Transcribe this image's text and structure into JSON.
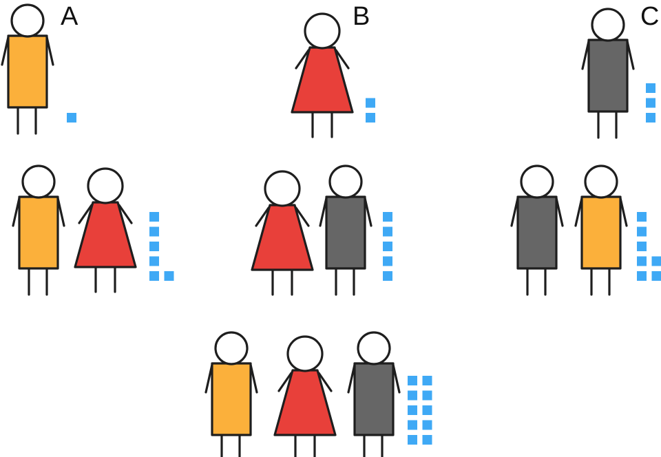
{
  "colors": {
    "A": "#FBB03B",
    "B": "#E8403A",
    "C": "#666666",
    "outline": "#1e1e1e",
    "square": "#3FA9F5"
  },
  "labels": {
    "A": "A",
    "B": "B",
    "C": "C"
  },
  "groups": [
    {
      "id": "A",
      "members": [
        "A"
      ],
      "squares": 1
    },
    {
      "id": "B",
      "members": [
        "B"
      ],
      "squares": 2
    },
    {
      "id": "C",
      "members": [
        "C"
      ],
      "squares": 3
    },
    {
      "id": "AB",
      "members": [
        "A",
        "B"
      ],
      "squares": 6
    },
    {
      "id": "BC",
      "members": [
        "B",
        "C"
      ],
      "squares": 5
    },
    {
      "id": "CA",
      "members": [
        "C",
        "A"
      ],
      "squares": 7
    },
    {
      "id": "ABC",
      "members": [
        "A",
        "B",
        "C"
      ],
      "squares": 10
    }
  ]
}
